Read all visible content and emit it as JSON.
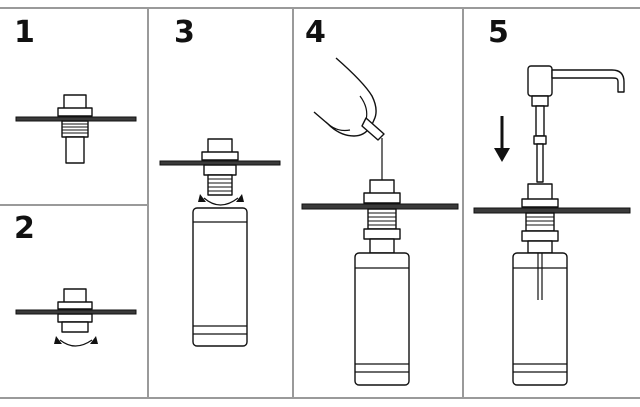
{
  "steps": [
    {
      "number": "1"
    },
    {
      "number": "2"
    },
    {
      "number": "3"
    },
    {
      "number": "4"
    },
    {
      "number": "5"
    }
  ],
  "colors": {
    "line": "#111111",
    "frame": "#9a9a9a",
    "countertop": "#3a3a3a",
    "background": "#ffffff"
  },
  "icons": [
    "rotate-arrow-icon",
    "down-arrow-icon",
    "soap-bottle-icon",
    "pump-head-icon"
  ]
}
